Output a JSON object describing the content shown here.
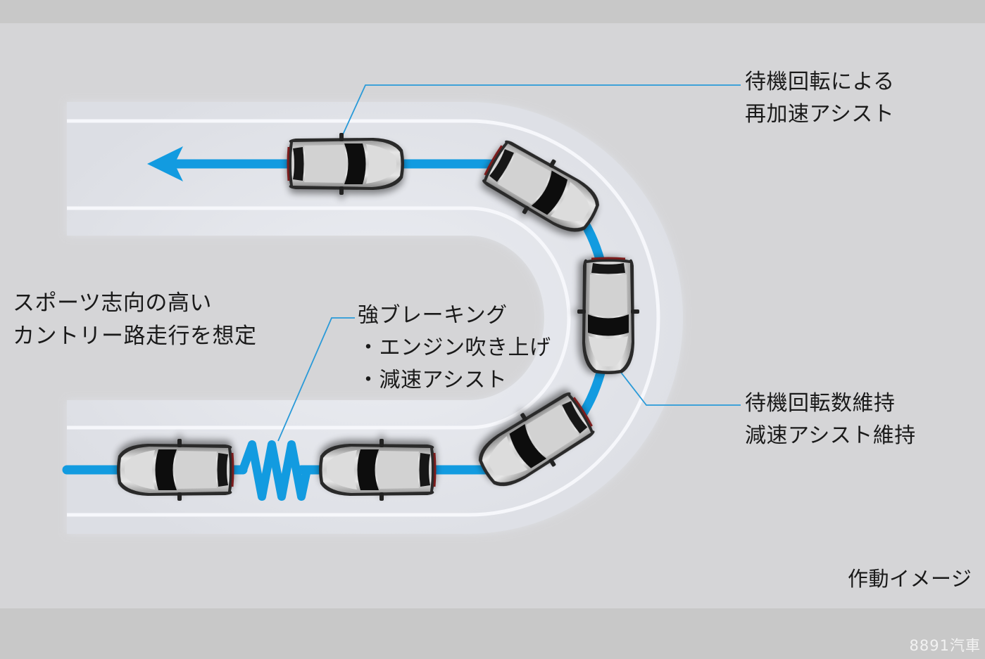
{
  "diagram": {
    "title": "作動イメージ",
    "scenario_lines": [
      "スポーツ志向の高い",
      "カントリー路走行を想定"
    ],
    "callouts": [
      {
        "id": "reaccel",
        "lines": [
          "待機回転による",
          "再加速アシスト"
        ]
      },
      {
        "id": "braking",
        "lines": [
          "強ブレーキング",
          "・エンジン吹き上げ",
          "・減速アシスト"
        ]
      },
      {
        "id": "maintain",
        "lines": [
          "待機回転数維持",
          "減速アシスト維持"
        ]
      }
    ],
    "car_count": 6,
    "direction": "left (U-turn, entering bottom lane, exiting top lane)",
    "colors": {
      "path_blue": "#129be0",
      "callout_line": "#2a9ad8",
      "road": "#e4e6eb",
      "lane_line": "#f6f7fb",
      "background": "#c8c8c8",
      "panel": "#d5d5d7",
      "text": "#1a1a1a"
    }
  },
  "watermark": "8891汽車"
}
